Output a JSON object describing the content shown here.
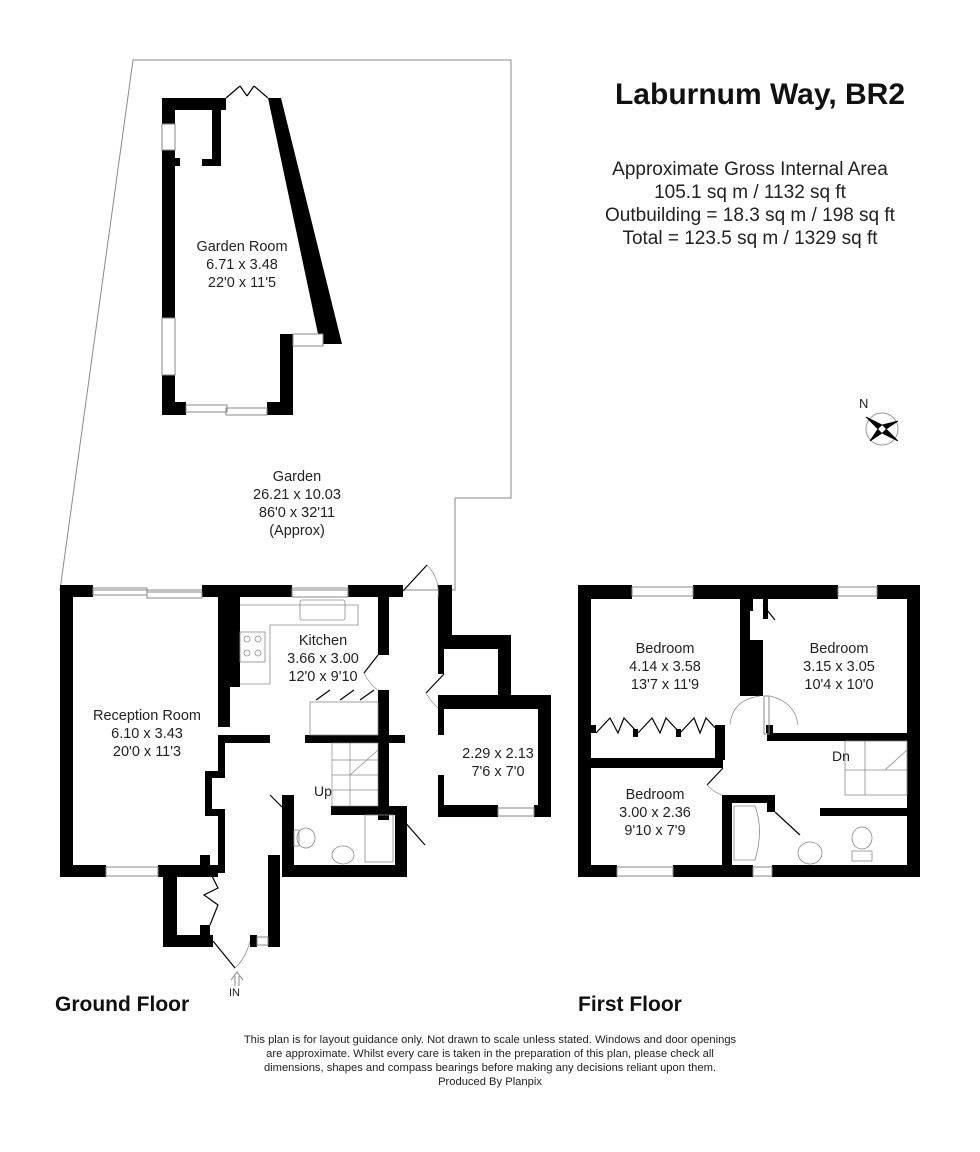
{
  "header": {
    "title": "Laburnum Way, BR2"
  },
  "area_summary": {
    "heading": "Approximate Gross Internal Area",
    "main": "105.1 sq m / 1132 sq ft",
    "outbuilding": "Outbuilding = 18.3 sq m / 198 sq ft",
    "total": "Total = 123.5 sq m / 1329 sq ft"
  },
  "compass": {
    "label": "N",
    "icon": "compass-rose-icon"
  },
  "outbuilding": {
    "garden_room": {
      "name": "Garden Room",
      "metric": "6.71 x 3.48",
      "imperial": "22'0 x 11'5"
    }
  },
  "garden": {
    "name": "Garden",
    "metric": "26.21 x 10.03",
    "imperial": "86'0 x 32'11",
    "note": "(Approx)"
  },
  "ground_floor": {
    "label": "Ground Floor",
    "rooms": [
      {
        "name": "Reception Room",
        "metric": "6.10 x 3.43",
        "imperial": "20'0 x 11'3"
      },
      {
        "name": "Kitchen",
        "metric": "3.66 x 3.00",
        "imperial": "12'0 x 9'10"
      },
      {
        "name": "",
        "metric": "2.29 x 2.13",
        "imperial": "7'6 x 7'0"
      }
    ],
    "stairs_label": "Up",
    "entrance_label": "IN"
  },
  "first_floor": {
    "label": "First Floor",
    "rooms": [
      {
        "name": "Bedroom",
        "metric": "4.14 x 3.58",
        "imperial": "13'7 x 11'9"
      },
      {
        "name": "Bedroom",
        "metric": "3.15 x 3.05",
        "imperial": "10'4 x 10'0"
      },
      {
        "name": "Bedroom",
        "metric": "3.00 x 2.36",
        "imperial": "9'10 x 7'9"
      }
    ],
    "stairs_label": "Dn"
  },
  "footer": {
    "disclaimer_1": "This plan is for layout guidance only. Not drawn to scale unless stated. Windows and door openings",
    "disclaimer_2": "are approximate. Whilst every care is taken in the preparation of this plan, please check all",
    "disclaimer_3": "dimensions, shapes and compass bearings before making any decisions reliant upon them.",
    "producer": "Produced By Planpix"
  },
  "colors": {
    "wall": "#000000",
    "line": "#8a8a8a",
    "text": "#222222",
    "background": "#ffffff"
  }
}
